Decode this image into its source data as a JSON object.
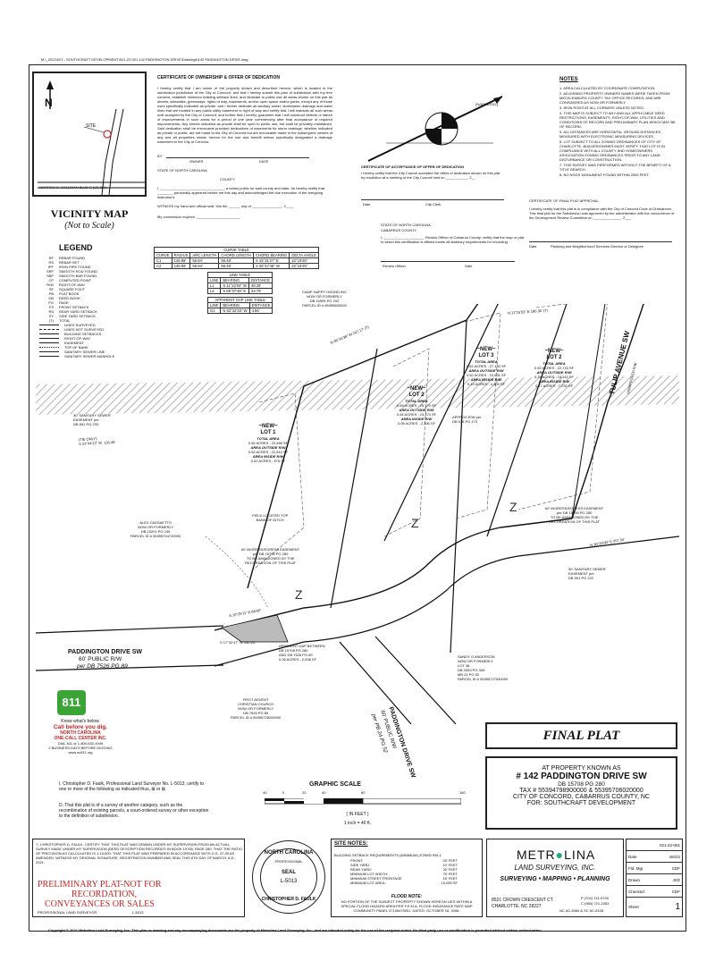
{
  "file_path_header": "M:\\_2022\\021 - SOUTHCRAFT DEVELOPMENT\\021-22-001 142 PADDINGTON DRIVE\\Drawings\\142 PADDINGTON DRIVE.dwg",
  "north_label": "N",
  "vicinity": {
    "title": "VICINITY MAP",
    "subtitle": "(Not to Scale)",
    "site_label": "SITE",
    "road1": "WARREN C. COLEMAN BLVD S (US 601)",
    "road2": "PADDINGTON DR SW"
  },
  "legend": {
    "title": "LEGEND",
    "items": [
      {
        "code": "RF",
        "desc": "REBAR FOUND"
      },
      {
        "code": "RS",
        "desc": "REBAR SET"
      },
      {
        "code": "IPF",
        "desc": "IRON PIPE FOUND"
      },
      {
        "code": "SRF",
        "desc": "SMOOTH ROD FOUND"
      },
      {
        "code": "SBF",
        "desc": "SMOOTH BAR FOUND"
      },
      {
        "code": "CP",
        "desc": "COMPUTED POINT"
      },
      {
        "code": "R/W",
        "desc": "RIGHT-OF-WAY"
      },
      {
        "code": "SF",
        "desc": "SQUARE FOOT"
      },
      {
        "code": "PB",
        "desc": "PLAT BOOK"
      },
      {
        "code": "DB",
        "desc": "DEED BOOK"
      },
      {
        "code": "PG",
        "desc": "PAGE"
      },
      {
        "code": "FS",
        "desc": "FRONT SETBACK"
      },
      {
        "code": "RS",
        "desc": "REAR YARD SETBACK"
      },
      {
        "code": "SY",
        "desc": "SIDE YARD SETBACK"
      },
      {
        "code": "(T)",
        "desc": "TOTAL"
      }
    ],
    "line_items": [
      "LINES SURVEYED",
      "LINES NOT SURVEYED",
      "BUILDING SETBACKS",
      "RIGHT-OF-WAY",
      "EASEMENT",
      "TOP OF BANK",
      "SANITARY SEWER LINE",
      "SANITARY SEWER MANHOLE"
    ]
  },
  "certificate_ownership": {
    "title": "CERTIFICATE OF OWNERSHIP & OFFER OF DEDICATION",
    "body": "I hereby certify that I am owner of the property shown and described hereon, which is located in the subdivision jurisdiction of the City of Concord, and that I hereby submit this plan of subdivision with my free consent, establish minimum building setback lines, and dedicate to public use all areas shown on this plat as streets, sidewalks, greenways, rights of way, easements, and/or open space and/or parks, except any of those uses specifically indicated as private, and I further dedicate all sanitary sewer, stormwater drainage and water lines that are located in any public utility easement or right of way and certify that I will maintain all such areas until accepted by the City of Concord, and further that I hereby guarantee that I will construct defects or failure of improvements in such areas for a period of one year commencing after final acceptance of required improvements. Any streets indicated as private shall be open to public use, but shall be privately maintained. Said dedication shall be irrevocable provided dedications of easements for storm drainage, whether indicated as private or public, are not made to the City of Concord but are irrevocable made to the subsequent owners of any and all properties shown hereon for the use and benefit unless specifically designated a drainage easement to the City of Concord.",
    "by": "BY:",
    "owner": "OWNER",
    "date": "DATE",
    "state": "STATE OF NORTH CAROLINA",
    "county": "COUNTY",
    "notary_text": "I, ________________________________, a notary public for said county and state, do hereby certify that ________ personally appeared before me this day and acknowledged the due execution of the foregoing instrument.",
    "witness": "WITNESS my hand and official seal, this the ______ day of _______________, 2____",
    "commission": "My commission expires: ______________________"
  },
  "north_arrow_text": "(NAD83/2011)",
  "certificate_acceptance": {
    "title": "CERTIFICATE OF ACCEPTANCE OF OFFER OF DEDICATION",
    "body": "I hereby certify that the City Council accepted the offers of dedication shown on this plat by resolution at a meeting of the City Council held on ___________, 2__",
    "date": "Date",
    "clerk": "City Clerk"
  },
  "review_cert": {
    "state": "STATE OF NORTH CAROLINA",
    "county": "CABARRUS COUNTY",
    "body": "I, ____________________, Review Officer of Cabarrus County, certify that the map or plat to which this certification is affixed meets all statutory requirements for recording.",
    "officer": "Review Officer",
    "date": "Date"
  },
  "curve_table": {
    "title": "CURVE TABLE",
    "headers": [
      "CURVE",
      "RADIUS",
      "ARC LENGTH",
      "CHORD LENGTH",
      "CHORD BEARING",
      "DELTA ANGLE"
    ],
    "rows": [
      [
        "C1",
        "145.89'",
        "56.84'",
        "56.48'",
        "S 15°31'27\" E",
        "22°19'25\""
      ],
      [
        "C2",
        "145.89'",
        "56.84'",
        "56.48'",
        "S 06°47'48\" W",
        "22°19'25\""
      ]
    ]
  },
  "line_table": {
    "title": "LINE TABLE",
    "headers": [
      "LINE",
      "BEARING",
      "DISTANCE"
    ],
    "rows": [
      [
        "L1",
        "S 11°22'04\" W",
        "48.29'"
      ],
      [
        "L2",
        "S 85°07'46\" E",
        "33.79'"
      ]
    ]
  },
  "gap_table": {
    "title": "APPARENT GAP LINE TABLE",
    "headers": [
      "LINE",
      "BEARING",
      "DISTANCE"
    ],
    "rows": [
      [
        "G1",
        "N 63°22'33\" W",
        "4.86'"
      ]
    ]
  },
  "notes": {
    "title": "NOTES",
    "items": [
      "1. AREA CALCULATED BY COORDINATE COMPUTATION.",
      "2. ADJOINING PROPERTY OWNERS NAMES WERE TAKEN FROM MECKLENBURG COUNTY TAX OFFICE RECORDS, AND ARE CONSIDERED AS NOW OR FORMERLY.",
      "3. IRON RODS AT ALL CORNERS UNLESS NOTED.",
      "4. THIS MAP IS SUBJECT TO ANY AND ALL APPLICABLE DEED RESTRICTIONS, EASEMENTS, RIGHT-OF-WAY, UTILITIES AND CONDITIONS OF RECORD AND PRELIMINARY PLAN WHICH MAY BE OF RECORD.",
      "5. ALL DISTANCES ARE HORIZONTAL GROUND DISTANCES, MEASURED WITH ELECTRONIC MEASURING DEVICES.",
      "6. LOT SUBJECT TO ALL ZONING ORDINANCES OF CITY OF CHARLOTTE. BUILDER/OWNER MUST VERIFY THAT LOT IS IN COMPLIANCE WITH ALL COUNTY AND HOMEOWNERS ASSOCIATION ZONING ORDINANCES PRIOR TO ANY LAND DISTURBANCE OR CONSTRUCTION.",
      "7. THIS SURVEY WAS PERFORMED WITHOUT THE BENEFIT OF A TITLE SEARCH.",
      "8. NO NGGS MONUMENT FOUND WITHIN 2000 FEET."
    ]
  },
  "final_plat_cert": {
    "title": "CERTIFICATE OF FINAL PLAT APPROVAL",
    "body": "I hereby certify that this plat is in compliance with the City of Concord Code of Ordinances. This final plat for the Subdivision was approved by the administrator with the concurrence of the Development Review Committee on ______________, 2___",
    "date": "Date",
    "signer": "Planning and Neighborhood Services Director or Designee"
  },
  "plat": {
    "road_main": "PADDINGTON DRIVE SW",
    "road_main_rw": "60' PUBLIC R/W",
    "road_main_ref": "per DB 7526 PG 89",
    "road_lower": "PADDINGTON DRIVE SW",
    "road_lower_rw": "60' PUBLIC R/W",
    "road_lower_ref": "per PB 24 PG 52",
    "tulip": "TULIP AVENUE SW",
    "tulip_sub": "UNIMPROVED R/W",
    "lots": [
      {
        "name": "~NEW~\nLOT 1",
        "t1": "TOTAL AREA",
        "v1": "0.54 ACRES ; 23,485 SF",
        "t2": "AREA OUTSIDE R/W",
        "v2": "0.52 ACRES ; 22,810 SF",
        "t3": "AREA INSIDE R/W",
        "v3": "0.02 ACRES ; 675 SF"
      },
      {
        "name": "~NEW~\nLOT 2",
        "t1": "TOTAL AREA",
        "v1": "0.59 ACRES ; 25,770 SF",
        "t2": "AREA OUTSIDE R/W",
        "v2": "0.54 ACRES ; 23,374 SF",
        "t3": "AREA INSIDE R/W",
        "v3": "0.05 ACRES ; 2,396 SF"
      },
      {
        "name": "~NEW~\nLOT 3",
        "t1": "TOTAL AREA",
        "v1": "0.62 ACRES ; 27,140 SF",
        "t2": "AREA OUTSIDE R/W",
        "v2": "0.52 ACRES ; 22,831 SF",
        "t3": "AREA INSIDE R/W",
        "v3": "0.10 ACRES ; 4,309 SF"
      },
      {
        "name": "~NEW~\nLOT 2",
        "t1": "TOTAL AREA",
        "v1": "0.52 ACRES ; 22,743 SF",
        "t2": "AREA OUTSIDE R/W",
        "v2": "0.36 ACRES ; 15,511 SF",
        "t3": "AREA INSIDE R/W",
        "v3": "0.17 ACRES ; 7,232 SF"
      }
    ],
    "camp_happy": "CAMP HAPPY HOUND INC\nNOW OR FORMERLY\nDB 10595 PG 292\nPARCEL ID # 55395800000",
    "basis": "(BASIS OF BEARING)",
    "bearing_top1": "N 11°15'53\" E  180.36' (T)",
    "bearing_top2": "N 06°16'38\" W  247.17' (T)",
    "sewer_easement_left": "30' SANITARY SEWER\nEASEMENT per\nDB 591 PG 233",
    "tie_line": "(TIE ONLY)\nS 23°44'23\" W  133.48'",
    "alex": "ALEX CASSAETTO\nNOW OR FORMERLY\nDB 15201 PG 235\nPARCEL ID # 55395704720000",
    "field_bank": "FIELD LOCATED TOP\nBANK OF DITCH",
    "ingress1": "60' INGRESS/EGRESS EASEMENT\nper DB 15708 PG 280\nTO BE ABANDONED BY THE\nRECORDATION OF THIS PLAT",
    "ingress2": "60' INGRESS/EGRESS EASEMENT\nper DB 15708 PG 280\nTO BE ABANDONED BY THE\nRECORDATION OF THIS PLAT",
    "approx_rw": "APPROX R/W per\nDB 576 PG 173",
    "sewer_easement_right": "30' SANITARY SEWER\nEASEMENT per\nDB 591 PG 222",
    "bearing_right": "N 30°28'00\" E  257.34'",
    "gap_note": "APPARENT GAP BETWEEN\nDB 15708 PG 280\nAND DB 7526 PG 89\n0.06 ACRES ; 2,538 SF",
    "bearing_bottom1": "S 17°32'47\" W  130.25'",
    "bearing_bottom2": "S 10°25'11\" E  68.60'",
    "sandy": "SANDY G ANDERSON\nNOW OR FORMERLY\nLOT 46\nDB 3353 PG 349\nMB 24 PG 52\nPARCEL ID # 55395727540000",
    "church": "FIRST ADVENT\nCHRISTIAN CHURCH\nNOW OR FORMERLY\nDB 7526 PG 89\nPARCEL ID # 55395728200000"
  },
  "nc811": {
    "badge": "811",
    "line1": "Know what's below.",
    "line2": "Call before you dig.",
    "line3": "NORTH CAROLINA",
    "line4": "ONE-CALL CENTER INC.",
    "line5": "DIAL 811 or 1-800-632-4949",
    "line6": "2 BUSINESS DAYS BEFORE DIGGING",
    "line7": "www.nc811.org"
  },
  "final_plat": {
    "title": "FINAL PLAT"
  },
  "property": {
    "l1": "AT PROPERTY KNOWN AS",
    "l2": "# 142 PADDINGTON DRIVE SW",
    "l3": "DB 15708 PG 280",
    "l4": "TAX # 55394798900000 & 55395706020000",
    "l5": "CITY OF CONCORD, CABARRUS COUNTY, NC",
    "l6": "FOR: SOUTHCRAFT DEVELOPMENT"
  },
  "surveyor_cert": {
    "line1": "I, Christopher D. Faulk, Professional Land Surveyor No. L-5013, certify to one or more of the following as indicated thus, ⊠ or ⊠",
    "line2": "D. That this plat is of a survey of another category, such as the recombination of existing parcels, a court-ordered survey or other exception to the definition of subdivision."
  },
  "graphic_scale": {
    "title": "GRAPHIC  SCALE",
    "ticks": [
      "40",
      "0",
      "20",
      "40",
      "80",
      "160"
    ],
    "unit": "( IN FEET )",
    "ratio": "1  inch  =  40  ft."
  },
  "faulk_statement": "\"I, CHRISTOPHER D. FAULK, CERTIFY THAT THIS PLAT WAS DRAWN UNDER MY SUPERVISION FROM AN ACTUAL SURVEY MADE UNDER MY SUPERVISION (DEED DESCRIPTION RECORDED IN BOOK 15708, PAGE 280, THAT THE RATIO OF PRECISION AS CALCULATED IS 1:10,000; THAT THIS PLAT WAS PREPARED IN ACCORDANCE WITH G.S. 47-30 AS AMENDED. WITNESS MY ORIGINAL SIGNATURE, REGISTRATION NUMBER AND SEAL THIS 6TH DAY OF MARCH, A.D., 2021.",
  "preliminary": {
    "l1": "PRELIMINARY PLAT-NOT FOR",
    "l2": "RECORDATION,",
    "l3": "CONVEYANCES OR SALES",
    "sig": "PROFESSIONAL LAND SURVEYOR",
    "num": "L-5013"
  },
  "seal": {
    "top": "NORTH CAROLINA",
    "side": "PROFESSIONAL",
    "mid1": "SEAL",
    "mid2": "L-5013",
    "bottom": "CHRISTOPHER D. FAULK"
  },
  "site_notes": {
    "title": "SITE NOTES:",
    "heading": "BUILDING SETBACK REQUIREMENTS (MINIMUM) ZONED RM-1",
    "rows": [
      [
        "FRONT:",
        "25' FEET"
      ],
      [
        "SIDE YARD:",
        "10' FEET"
      ],
      [
        "REAR YARD:",
        "25' FEET"
      ],
      [
        "MINIMUM LOT WIDTH:",
        "75' FEET"
      ],
      [
        "MINIMUM STREET FRONTAGE",
        "15' FEET"
      ],
      [
        "MINIMUM LOT AREA:",
        "15,000 SF"
      ]
    ],
    "flood_title": "FLOOD NOTE:",
    "flood": "NO PORTION OF THE SUBJECT PROPERTY SHOWN HEREON LIES WITHIN A SPECIAL FLOOD HAZARD AREA PER F.E.M.A. FLOOD INSURANCE RATE MAP COMMUNITY PANEL 3710547500J, DATED: OCTOBER 16, 2008."
  },
  "company": {
    "name1": "METR",
    "name2": "LINA",
    "sub": "LAND SURVEYING, INC.",
    "services": "SURVEYING • MAPPING • PLANNING",
    "addr1": "8521 CROWN CRESCENT CT.",
    "addr2": "CHARLOTTE, NC 28227",
    "phone": "P (704) 741-5700",
    "cell": "C (980) 721-2353",
    "lic": "NC #C-4584 & SC #C-6106"
  },
  "info": {
    "job": "021-22-001",
    "date_label": "Date",
    "date": "4/6/22",
    "fm_label": "Fld. Mgr.",
    "fm": "CDF",
    "drawn_label": "Drawn",
    "drawn": "JKD",
    "checked_label": "Checked",
    "checked": "CDF",
    "sheet_label": "Sheet",
    "sheet": "1"
  },
  "copyright": "Copyright © 2021 Metrolina Land Surveying, Inc. This plan or drawing and any accompanying documents are the property of Metrolina Land Surveying, Inc., and are intended solely for the use of the recipient noted. No third party use or modification is permitted without written authorization."
}
